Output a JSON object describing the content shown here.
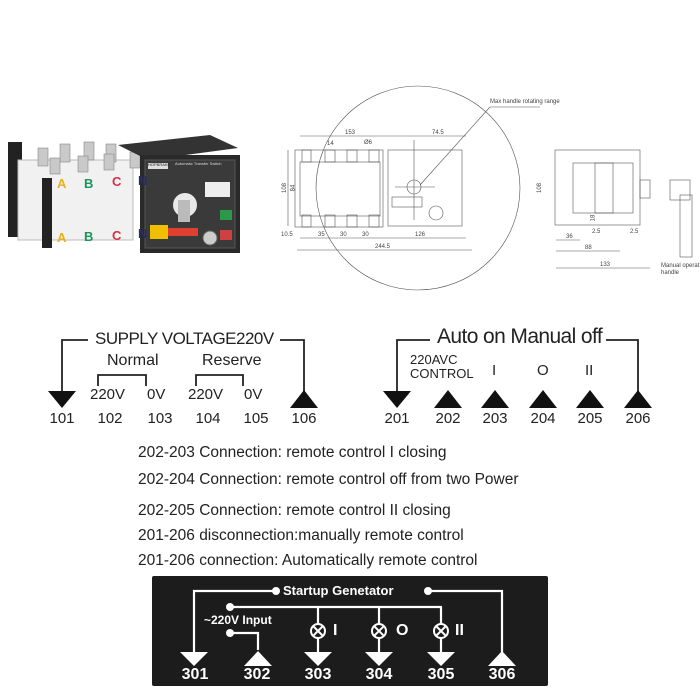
{
  "photo": {
    "brand": "HOPBRAKE",
    "panel_title": "Automatic Transfer Switch",
    "phases_top": [
      "A",
      "B",
      "C",
      "N"
    ],
    "phases_bottom": [
      "A",
      "B",
      "C",
      "N"
    ],
    "phase_colors": [
      "#e6b11f",
      "#19955a",
      "#d43049",
      "#2b2b6b"
    ]
  },
  "drawing": {
    "callout": "Max handle rotating range",
    "handle_label_1": "Manual operat",
    "handle_label_2": "handle",
    "dims": {
      "d153": "153",
      "d74_5": "74.5",
      "d14": "14",
      "d06": "Ø6",
      "d108a": "108",
      "d84": "84",
      "d10_5": "10.5",
      "d35": "35",
      "d30a": "30",
      "d30b": "30",
      "d126": "126",
      "d244_5": "244.5",
      "d108b": "108",
      "d18": "18",
      "d2_5a": "2.5",
      "d2_5b": "2.5",
      "d36": "36",
      "d88": "88",
      "d133": "133"
    }
  },
  "supply": {
    "title": "SUPPLY VOLTAGE220V",
    "normal": "Normal",
    "reserve": "Reserve",
    "v102": "220V",
    "v103": "0V",
    "v104": "220V",
    "v105": "0V",
    "terminals": [
      "101",
      "102",
      "103",
      "104",
      "105",
      "106"
    ]
  },
  "auto": {
    "title": "Auto on Manual off",
    "control_1": "220AVC",
    "control_2": "CONTROL",
    "i": "I",
    "o": "O",
    "ii": "II",
    "terminals": [
      "201",
      "202",
      "203",
      "204",
      "205",
      "206"
    ]
  },
  "descriptions": [
    "202-203 Connection: remote control I closing",
    "202-204 Connection: remote control off from two Power",
    "202-205 Connection: remote control II closing",
    "201-206 disconnection:manually remote control",
    "201-206 connection: Automatically remote control"
  ],
  "generator": {
    "title": "Startup Genetator",
    "input": "~220V Input",
    "i": "I",
    "o": "O",
    "ii": "II",
    "terminals": [
      "301",
      "302",
      "303",
      "304",
      "305",
      "306"
    ]
  }
}
